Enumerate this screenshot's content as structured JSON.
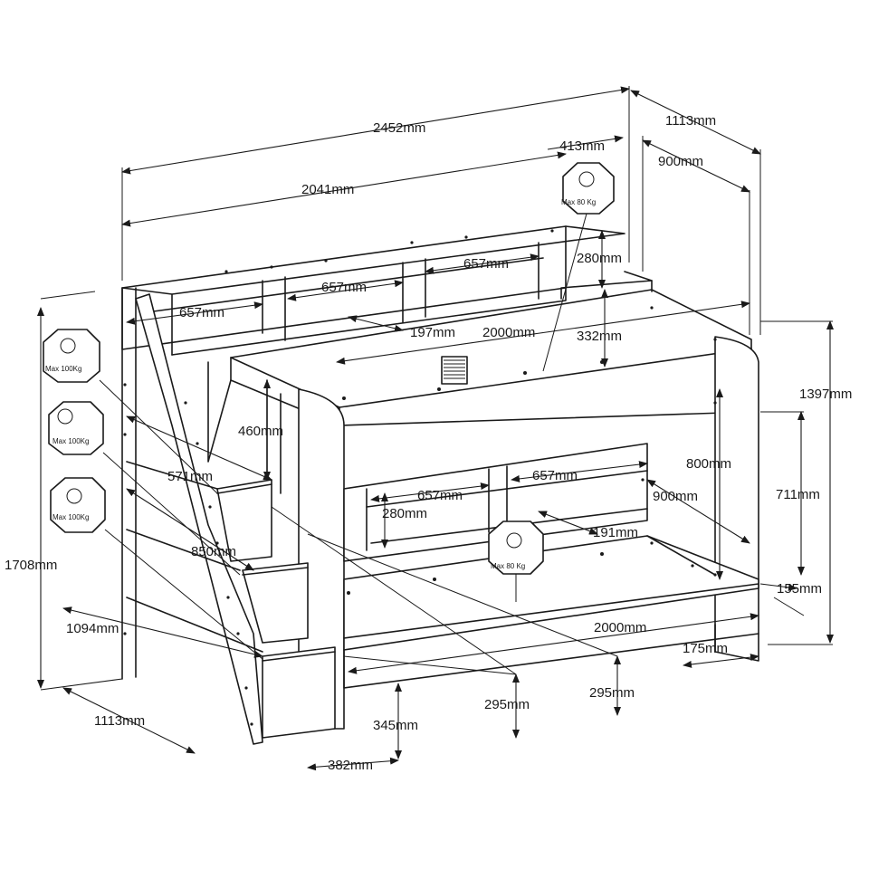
{
  "dimensions": {
    "total_length": "2452mm",
    "shelf_length": "2041mm",
    "total_depth": "1113mm",
    "inner_depth_top": "900mm",
    "shelf_depth": "413mm",
    "shelf_height": "280mm",
    "shelf_cell_1": "657mm",
    "shelf_cell_2": "657mm",
    "shelf_cell_3": "657mm",
    "shelf_gap": "197mm",
    "mattress_length_top": "2000mm",
    "guard_height": "332mm",
    "total_height": "1397mm",
    "under_clearance": "800mm",
    "under_height": "711mm",
    "stair_height": "460mm",
    "step_depth": "571mm",
    "under_cell_1": "657mm",
    "under_cell_2": "657mm",
    "under_shelf_height": "280mm",
    "under_shelf_gap": "191mm",
    "under_depth": "900mm",
    "stair_width": "850mm",
    "stair_total_height": "1708mm",
    "stair_depth": "1094mm",
    "base_depth": "1113mm",
    "mattress_length_bottom": "2000mm",
    "leg_height": "155mm",
    "leg_width": "175mm",
    "drawer_width_a": "295mm",
    "drawer_width_b": "295mm",
    "drawer_height": "345mm",
    "step_width": "382mm"
  },
  "weight_tags": {
    "top_shelf": "Max 80  Kg",
    "step_1": "Max 100Kg",
    "step_2": "Max 100Kg",
    "step_3": "Max 100Kg",
    "bottom_bed": "Max 80 Kg"
  }
}
